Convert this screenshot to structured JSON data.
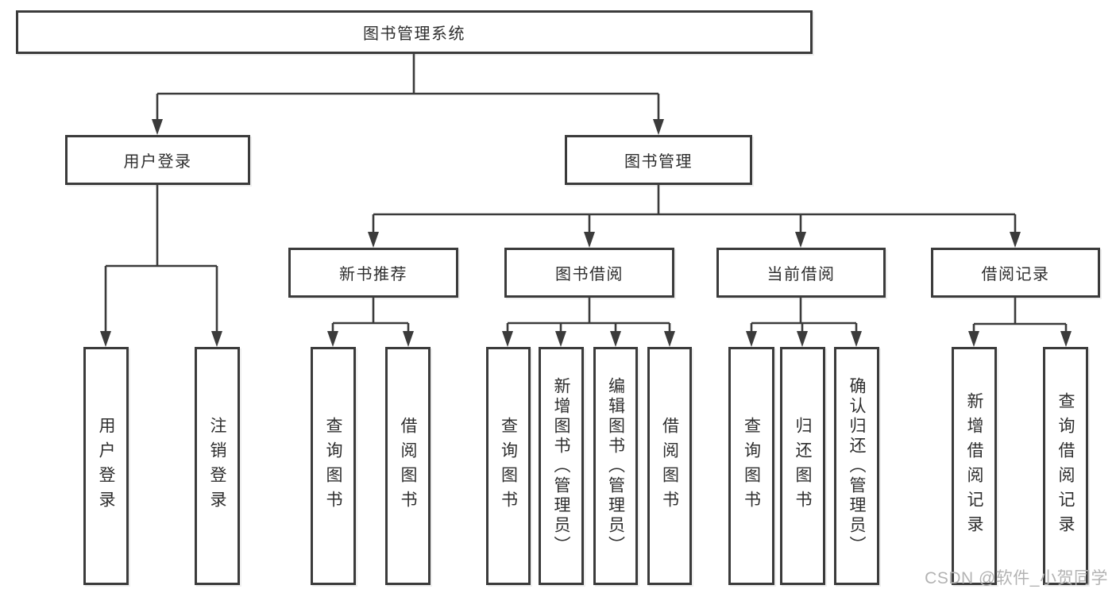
{
  "diagram": {
    "type": "function-structure-tree",
    "nodes": {
      "root": {
        "label": "图书管理系统"
      },
      "level2": [
        {
          "label": "用户登录",
          "parent": "图书管理系统"
        },
        {
          "label": "图书管理",
          "parent": "图书管理系统"
        }
      ],
      "level3": [
        {
          "label": "新书推荐",
          "parent": "图书管理"
        },
        {
          "label": "图书借阅",
          "parent": "图书管理"
        },
        {
          "label": "当前借阅",
          "parent": "图书管理"
        },
        {
          "label": "借阅记录",
          "parent": "图书管理"
        }
      ],
      "level4": [
        {
          "label": "用户登录",
          "parent": "用户登录"
        },
        {
          "label": "注销登录",
          "parent": "用户登录"
        },
        {
          "label": "查询图书",
          "parent": "新书推荐"
        },
        {
          "label": "借阅图书",
          "parent": "新书推荐"
        },
        {
          "label": "查询图书",
          "parent": "图书借阅"
        },
        {
          "label": "新增图书（管理员）",
          "parent": "图书借阅"
        },
        {
          "label": "编辑图书（管理员）",
          "parent": "图书借阅"
        },
        {
          "label": "借阅图书",
          "parent": "图书借阅"
        },
        {
          "label": "查询图书",
          "parent": "当前借阅"
        },
        {
          "label": "归还图书",
          "parent": "当前借阅"
        },
        {
          "label": "确认归还（管理员）",
          "parent": "当前借阅"
        },
        {
          "label": "新增借阅记录",
          "parent": "借阅记录"
        },
        {
          "label": "查询借阅记录",
          "parent": "借阅记录"
        }
      ]
    },
    "colors": {
      "line": "#3b3b3b",
      "box_border": "#3b3b3b",
      "box_fill": "#ffffff",
      "text": "#2e2e2e",
      "watermark": "#b3b3b3"
    }
  },
  "watermark": {
    "text": "CSDN @软件_小贺同学"
  }
}
